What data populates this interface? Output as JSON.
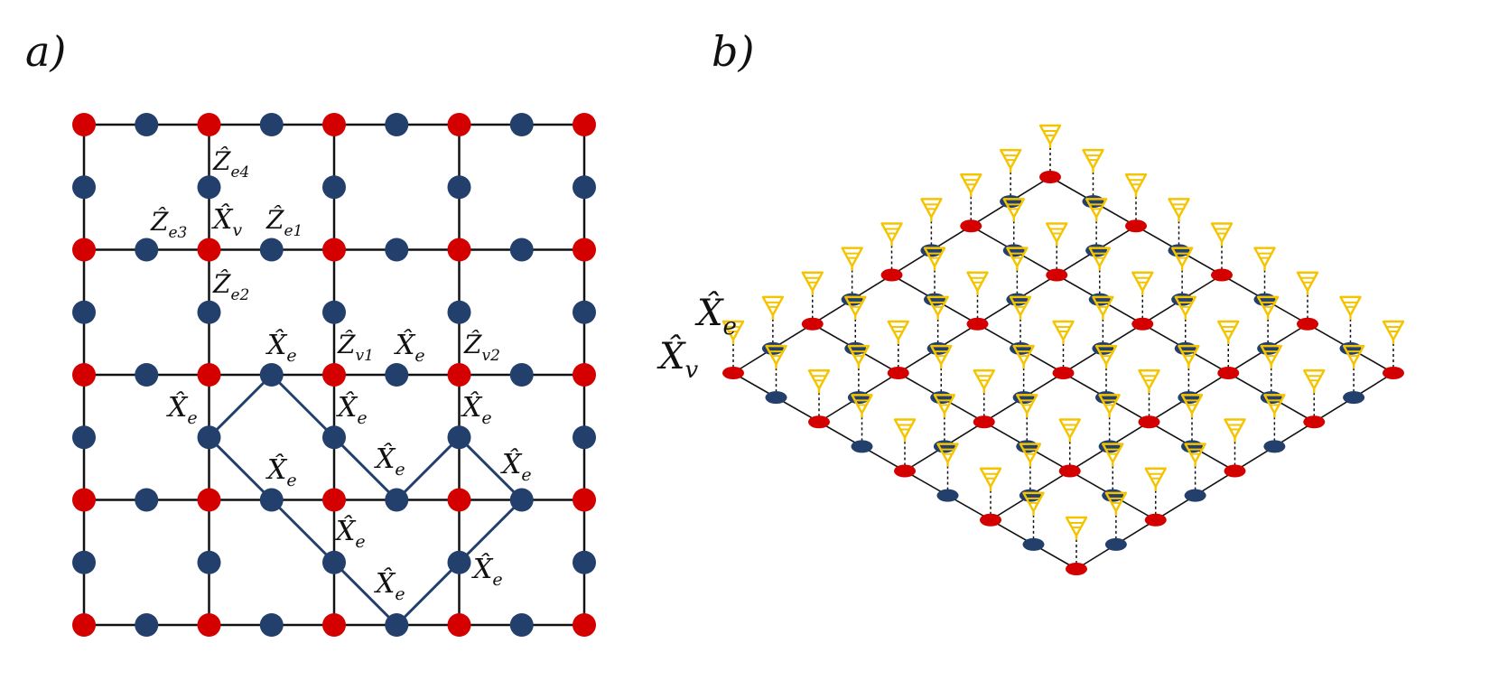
{
  "panels": {
    "a": {
      "label": "a)"
    },
    "b": {
      "label": "b)"
    }
  },
  "colors": {
    "vertex_qubit": "#d40000",
    "edge_qubit": "#233f6c",
    "lattice_line": "#111111",
    "path_line": "#233f6c",
    "detector": "#f5c400"
  },
  "panel_a": {
    "lattice": "5x5 square lattice, vertex qubits red, edge qubits blue",
    "operators": {
      "Z_e4": "Ẑ",
      "Z_e3": "Ẑ",
      "X_v": "X̂",
      "Z_e1": "Ẑ",
      "Z_e2": "Ẑ",
      "Z_v1": "Ẑ",
      "Z_v2": "Ẑ",
      "X_e": "X̂"
    },
    "subscripts": {
      "e4": "e4",
      "e3": "e3",
      "v": "v",
      "e1": "e1",
      "e2": "e2",
      "v1": "v1",
      "v2": "v2",
      "e": "e"
    }
  },
  "panel_b": {
    "labels": {
      "X_e_main": "X̂",
      "X_e_sub": "e",
      "X_v_main": "X̂",
      "X_v_sub": "v"
    },
    "icon": "measurement-detector-icon"
  }
}
